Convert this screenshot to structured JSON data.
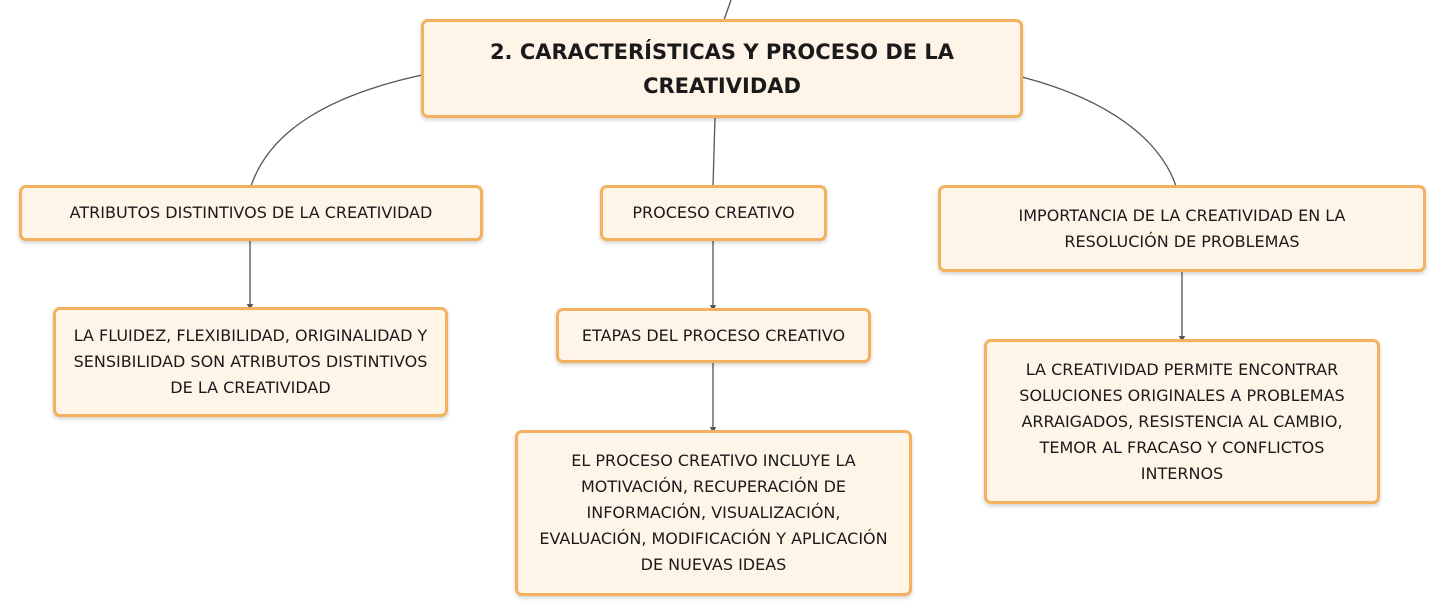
{
  "root": {
    "text": "2. CARACTERÍSTICAS Y PROCESO DE LA\nCREATIVIDAD"
  },
  "branches": [
    {
      "title": "ATRIBUTOS DISTINTIVOS DE LA CREATIVIDAD",
      "detail": "LA FLUIDEZ, FLEXIBILIDAD, ORIGINALIDAD Y\nSENSIBILIDAD SON ATRIBUTOS DISTINTIVOS\nDE LA CREATIVIDAD"
    },
    {
      "title": "PROCESO CREATIVO",
      "sub": "ETAPAS DEL PROCESO CREATIVO",
      "detail": "EL PROCESO CREATIVO INCLUYE LA\nMOTIVACIÓN, RECUPERACIÓN DE\nINFORMACIÓN, VISUALIZACIÓN,\nEVALUACIÓN, MODIFICACIÓN Y APLICACIÓN\nDE NUEVAS IDEAS"
    },
    {
      "title": "IMPORTANCIA DE LA CREATIVIDAD EN LA\nRESOLUCIÓN DE PROBLEMAS",
      "detail": "LA CREATIVIDAD PERMITE ENCONTRAR\nSOLUCIONES ORIGINALES A PROBLEMAS\nARRAIGADOS, RESISTENCIA AL CAMBIO,\nTEMOR AL FRACASO Y CONFLICTOS\nINTERNOS"
    }
  ],
  "colors": {
    "node_fill": "#fff4e8",
    "node_border": "#f4b25e",
    "connector": "#555555",
    "text": "#1a1a1a"
  }
}
